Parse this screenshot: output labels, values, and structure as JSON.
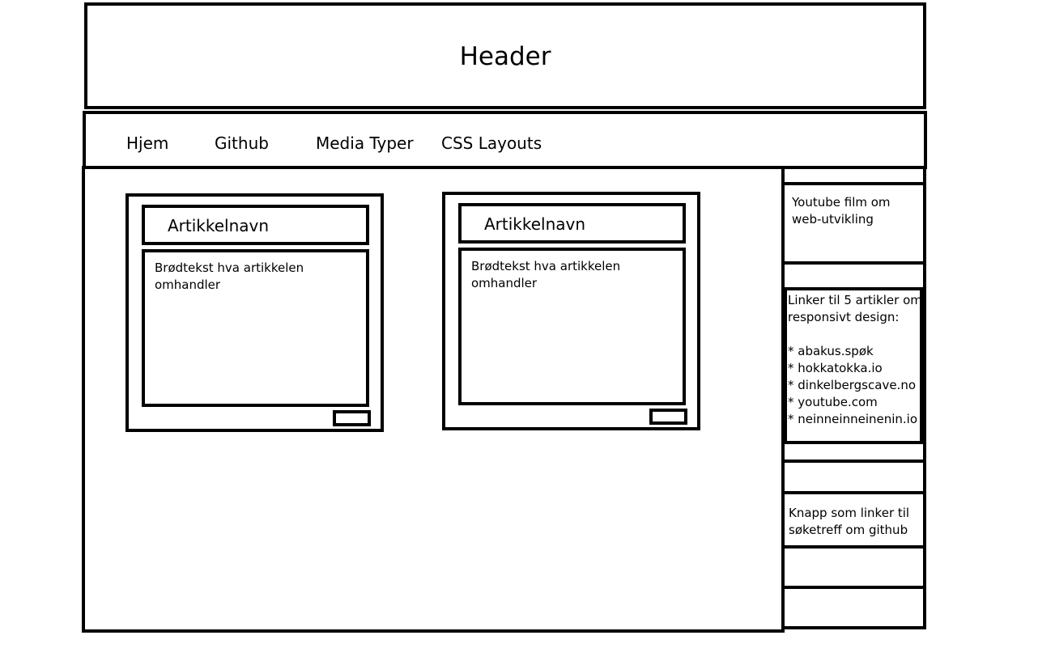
{
  "header": {
    "title": "Header"
  },
  "nav": {
    "items": [
      "Hjem",
      "Github",
      "Media Typer",
      "CSS Layouts"
    ]
  },
  "articles": [
    {
      "title": "Artikkelnavn",
      "body": "Brødtekst hva artikkelen omhandler"
    },
    {
      "title": "Artikkelnavn",
      "body": "Brødtekst hva artikkelen omhandler"
    }
  ],
  "sidebar": {
    "video": "Youtube film om web-utvikling",
    "links_heading": "Linker til 5 artikler om responsivt design:",
    "links": [
      "* abakus.spøk",
      "* hokkatokka.io",
      "* dinkelbergscave.no",
      "* youtube.com",
      "* neinneinneinenin.io"
    ],
    "github_button": "Knapp som linker til søketreff om github"
  }
}
